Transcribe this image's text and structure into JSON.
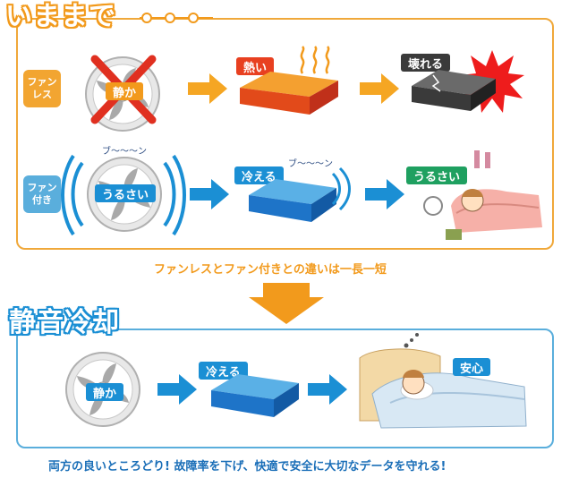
{
  "top_section": {
    "title": "いままで",
    "rows": [
      {
        "label": "ファン\nレス",
        "fan_badge": "静か",
        "heat_badge": "熱い",
        "result_badge": "壊れる"
      },
      {
        "label": "ファン\n付き",
        "fan_badge": "うるさい",
        "sound": "ブ〜〜〜ン",
        "box_badge": "冷える",
        "box_sound": "ブ〜〜〜ン",
        "result_badge": "うるさい"
      }
    ],
    "caption": "ファンレスとファン付きとの違いは一長一短"
  },
  "bottom_section": {
    "title": "静音冷却",
    "fan_badge": "静か",
    "box_badge": "冷える",
    "result_badge": "安心",
    "caption": "両方の良いところどり! 故障率を下げ、快適で安全に大切なデータを守れる!"
  },
  "colors": {
    "orange": "#f29a1c",
    "blue": "#1b8fd4",
    "red": "#e02020",
    "dark": "#333333"
  }
}
